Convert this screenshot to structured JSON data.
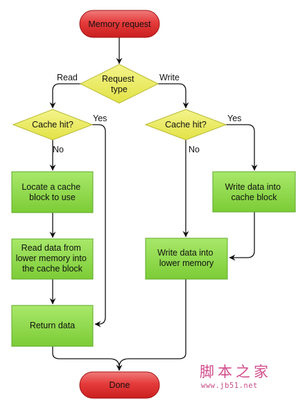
{
  "nodes": {
    "memory_request": "Memory request",
    "request_type": [
      "Request",
      "type"
    ],
    "cache_hit_read": "Cache hit?",
    "cache_hit_write": "Cache hit?",
    "locate_cache_block": [
      "Locate a cache",
      "block to use"
    ],
    "read_from_lower": [
      "Read data from",
      "lower memory into",
      "the cache block"
    ],
    "return_data": "Return data",
    "write_into_cache": [
      "Write data into",
      "cache block"
    ],
    "write_into_lower": [
      "Write data into",
      "lower memory"
    ],
    "done": "Done"
  },
  "edge_labels": {
    "read": "Read",
    "write": "Write",
    "read_yes": "Yes",
    "read_no": "No",
    "write_yes": "Yes",
    "write_no": "No"
  },
  "watermark": {
    "site_name": "脚本之家",
    "url": "www.jb51.net"
  },
  "colors": {
    "terminal_fill": "#e53b3b",
    "decision_fill": "#ecec5a",
    "process_fill": "#8ed84a",
    "line": "#111111"
  }
}
